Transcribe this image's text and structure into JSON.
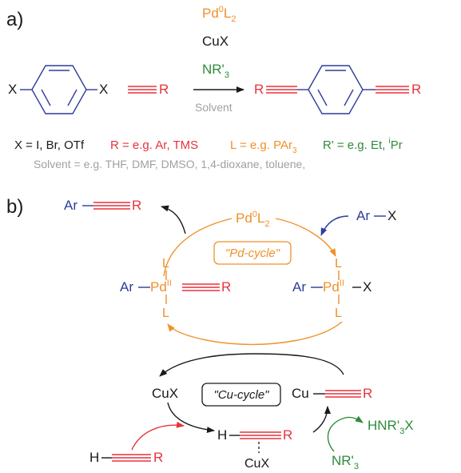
{
  "colors": {
    "black": "#1a1a1a",
    "orange": "#f0902a",
    "red": "#e8323c",
    "blue": "#2e3c9a",
    "green": "#2e8b3a",
    "gray": "#a0a0a0"
  },
  "part_a": {
    "label": "a)",
    "reagent_pd": "Pd",
    "reagent_pd_sup": "0",
    "reagent_pd_l": "L",
    "reagent_pd_sub": "2",
    "reagent_cu": "CuX",
    "reagent_base": "NR'",
    "reagent_base_sub": "3",
    "reagent_solvent": "Solvent",
    "substrate_x": "X",
    "alkyne_r": "R",
    "legend_x": "X = I, Br, OTf",
    "legend_r": "R = e.g. Ar, TMS",
    "legend_l_pre": "L = e.g. PAr",
    "legend_l_sub": "3",
    "legend_rp_pre": "R' = e.g. Et, ",
    "legend_rp_sup": "i",
    "legend_rp_post": "Pr",
    "solvent_line": "Solvent = e.g. THF, DMF, DMSO, 1,4-dioxane, toluene,"
  },
  "part_b": {
    "label": "b)",
    "ar": "Ar",
    "r": "R",
    "x": "X",
    "l": "L",
    "pd": "Pd",
    "pd0_sup": "0",
    "pd0_sub": "2",
    "pd2_sup": "II",
    "pd_cycle": "\"Pd-cycle\"",
    "cu_cycle": "\"Cu-cycle\"",
    "cux": "CuX",
    "cu": "Cu",
    "h": "H",
    "hnr_pre": "HNR'",
    "hnr_sub": "3",
    "hnr_post": "X",
    "nr_pre": "NR'",
    "nr_sub": "3"
  }
}
